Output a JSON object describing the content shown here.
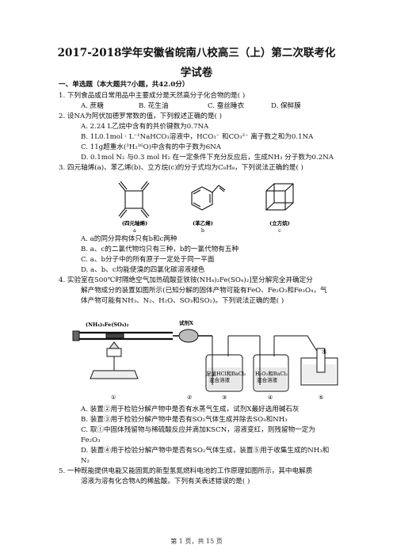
{
  "title": {
    "line1": "2017-2018学年安徽省皖南八校高三（上）第二次联考化",
    "line2": "学试卷"
  },
  "section": "一、单选题（本大题共7小题，共42.0分）",
  "q1": {
    "stem": "1.  下列食品或日常用品中主要成分是天然高分子化合物的是(    )",
    "options": [
      "A. 蔗糖",
      "B. 花生油",
      "C. 蚕丝睡衣",
      "D. 保鲜膜"
    ]
  },
  "q2": {
    "stem": "2.  设NA为阿伏加德罗常数的值，下列叙述正确的是(    )",
    "options": [
      "A. 2.24 L乙烷中含有的共价键数为0.7NA",
      "B. 1L0.1mol · L⁻¹NaHCO₃溶液中，HCO₃⁻ 和CO₃²⁻ 离子数之和为0.1NA",
      "C. 11g超重水(³H₂¹⁶O)中含有的中子数为6NA",
      "D. 0.1mol N₂ 与0.3 mol H₂ 在一定条件下充分反应后，生成NH₃ 分子数为0.2NA"
    ]
  },
  "q3": {
    "stem": "3.  四元轴烯(a)、苯乙烯(b)、立方烷(c)的分子式均为C₈H₈，下列说法正确的是(    )",
    "figure_labels": [
      "(四元轴烯)",
      "(苯乙烯)",
      "(立方烷)"
    ],
    "figure_letters": [
      "a",
      "b",
      "c"
    ],
    "options": [
      "A. a的同分异构体只有b和c两种",
      "B. a、c的二氯代物均只有三种，b的一氯代物有五种",
      "C. a、b分子中的所有原子一定处于同一平面",
      "D. a、b、c均能使溴的四氯化碳溶液褪色"
    ]
  },
  "q4": {
    "stem_lines": [
      "4.  实验室在500℃时隔绝空气加热硫酸亚铁铵(NH₄)₂Fe(SO₄)₂]至分解完全并确定分",
      "解产物成分的装置如图所示(已知分解的固体产物可能有FeO、Fe₂O₃和Fe₃O₄，气",
      "体产物可能有NH₃、N₂、H₂O、SO₃和SO₂)。下列说法正确的是(    )"
    ],
    "figure": {
      "reagent_tube": "(NH₄)₂Fe(SO₄)₂",
      "reagent_x": "试剂X",
      "water": "水",
      "bottle2_line1": "足量HCl和BaCl₂",
      "bottle2_line2": "混合溶液",
      "bottle3_line1": "H₂O₂和BaCl₂",
      "bottle3_line2": "混合溶液",
      "numbers": [
        "①",
        "②",
        "③",
        "④",
        "⑤"
      ]
    },
    "options": [
      "A. 装置②用于检验分解产物中是否有水蒸气生成，试剂X最好选用碱石灰",
      "B. 装置③用于检验分解产物中是否有SO₃气体生成并除去SO₃和NH₃",
      "C. 取①中固体残留物与稀硫酸反应并滴加KSCN，溶液变红，则残留物一定为",
      "Fe₂O₃",
      "D. 装置④用于检验分解产物中是否有SO₂气体生成，装置⑤用于收集生成的NH₃和",
      "N₂"
    ]
  },
  "q5": {
    "stem_lines": [
      "5.  一种既能提供电能又能固氮的新型氢氮燃料电池的工作原理如图所示，其中电解质",
      "溶液为溶有化合物A的稀盐酸。下列有关表述错误的是(    )"
    ]
  },
  "footer": "第 1 页，共 15 页"
}
